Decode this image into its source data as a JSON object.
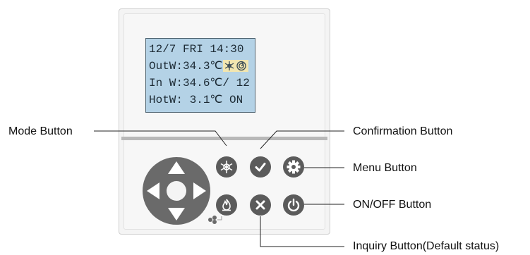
{
  "lcd": {
    "line1": "12/7 FRI 14:30",
    "line2": "OutW:34.3℃",
    "line3": "In W:34.6℃/ 12",
    "line4": "HotW: 3.1℃ ON",
    "icons": [
      "snowflake-icon",
      "swirl-icon"
    ]
  },
  "callouts": {
    "mode": "Mode Button",
    "confirmation": "Confirmation Button",
    "menu": "Menu Button",
    "onoff": "ON/OFF Button",
    "inquiry": "Inquiry Button(Default status)"
  },
  "colors": {
    "lcd_background": "#b4d2e6",
    "button": "#5b5b5b",
    "dpad": "#6a6a6a",
    "separator": "#b8b8b8"
  }
}
